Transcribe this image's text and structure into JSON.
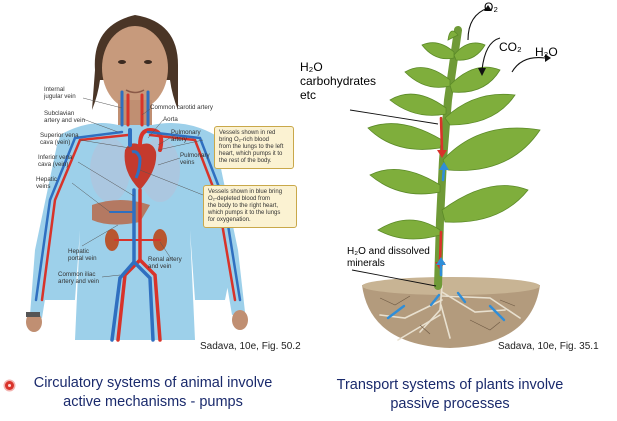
{
  "left_figure": {
    "labels": {
      "internal_jugular": "Internal\njugular vein",
      "common_carotid": "Common carotid artery",
      "subclavian": "Subclavian\nartery and vein",
      "aorta": "Aorta",
      "superior_vena_cava": "Superior vena\ncava (vein)",
      "pulmonary_artery": "Pulmonary\nartery",
      "inferior_vena_cava": "Inferior vena\ncava (vein)",
      "pulmonary_veins": "Pulmonary\nveins",
      "hepatic_veins": "Hepatic\nveins",
      "hepatic_portal": "Hepatic\nportal vein",
      "renal": "Renal artery\nand vein",
      "common_iliac": "Common iliac\nartery and vein"
    },
    "red_note": "Vessels shown in red\nbring O₂-rich blood\nfrom the lungs to the left\nheart, which pumps it to\nthe rest of the body.",
    "blue_note": "Vessels shown in blue bring\nO₂-depleted blood from\nthe body to the right heart,\nwhich pumps it to the lungs\nfor oxygenation.",
    "citation": "Sadava, 10e,  Fig. 50.2",
    "caption_line1": "Circulatory systems of animal involve",
    "caption_line2": "active mechanisms - pumps"
  },
  "right_figure": {
    "o2": "O₂",
    "co2": "CO₂",
    "h2o": "H₂O",
    "upper_label_line1": "H₂O",
    "upper_label_line2": "carbohydrates",
    "upper_label_line3": "etc",
    "lower_label_line1": "H₂O and dissolved",
    "lower_label_line2": "minerals",
    "citation": "Sadava, 10e,  Fig. 35.1",
    "caption_line1": "Transport systems of plants involve",
    "caption_line2": "passive processes"
  },
  "colors": {
    "caption": "#1a2a6c",
    "artery": "#d8332a",
    "vein": "#2f6fc0",
    "shirt": "#9dd0ea",
    "leaf": "#7fae3c",
    "note_box": "#fbf2d2"
  }
}
